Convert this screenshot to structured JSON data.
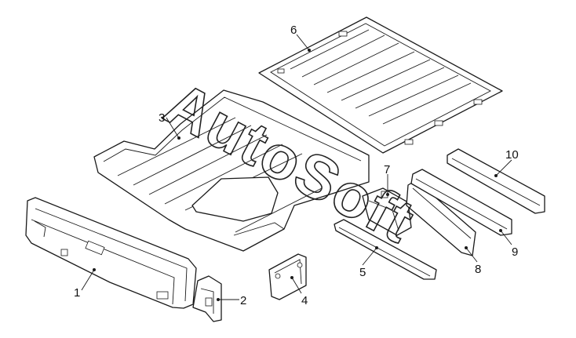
{
  "diagram": {
    "callouts": [
      {
        "id": "1",
        "label": "1"
      },
      {
        "id": "2",
        "label": "2"
      },
      {
        "id": "3",
        "label": "3"
      },
      {
        "id": "4",
        "label": "4"
      },
      {
        "id": "5",
        "label": "5"
      },
      {
        "id": "6",
        "label": "6"
      },
      {
        "id": "7",
        "label": "7"
      },
      {
        "id": "8",
        "label": "8"
      },
      {
        "id": "9",
        "label": "9"
      },
      {
        "id": "10",
        "label": "10"
      }
    ],
    "watermark": "AutoSoft",
    "line_color": "#1a1a1a",
    "background": "#ffffff"
  }
}
